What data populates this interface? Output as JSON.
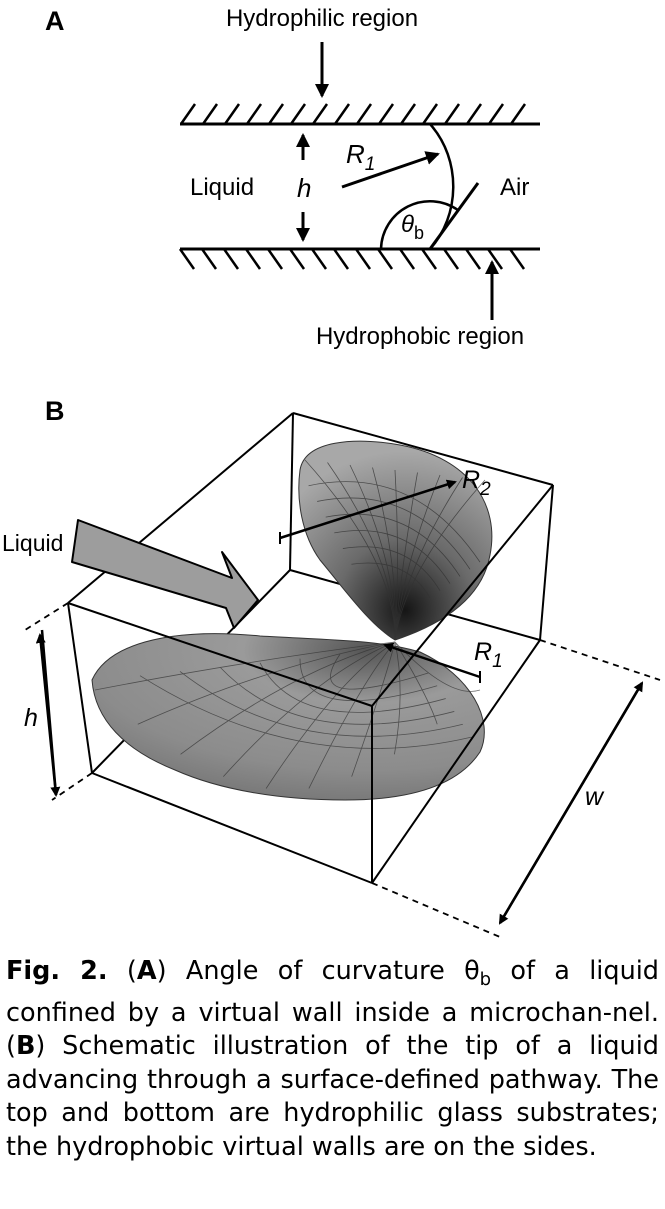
{
  "figure": {
    "panel_a": {
      "letter": "A",
      "labels": {
        "hydrophilic": "Hydrophilic region",
        "hydrophobic": "Hydrophobic region",
        "liquid": "Liquid",
        "air": "Air",
        "h": "h",
        "r1_main": "R",
        "r1_sub": "1",
        "theta_main": "θ",
        "theta_sub": "b"
      }
    },
    "panel_b": {
      "letter": "B",
      "labels": {
        "liquid": "Liquid",
        "h": "h",
        "w": "w",
        "r2_main": "R",
        "r2_sub": "2",
        "r1_main": "R",
        "r1_sub": "1"
      }
    }
  },
  "caption": {
    "fig_label": "Fig. 2.",
    "a_open": "(",
    "a_letter": "A",
    "a_close": ")",
    "a_text_1": " Angle of curvature θ",
    "a_sub": "b",
    "a_text_2": " of a liquid confined by a virtual wall inside a microchan-nel. ",
    "b_open": "(",
    "b_letter": "B",
    "b_close": ")",
    "b_text": " Schematic illustration of the tip of a liquid advancing through a surface-defined pathway. The top and bottom are hydrophilic glass substrates; the hydrophobic virtual walls are on the sides."
  }
}
